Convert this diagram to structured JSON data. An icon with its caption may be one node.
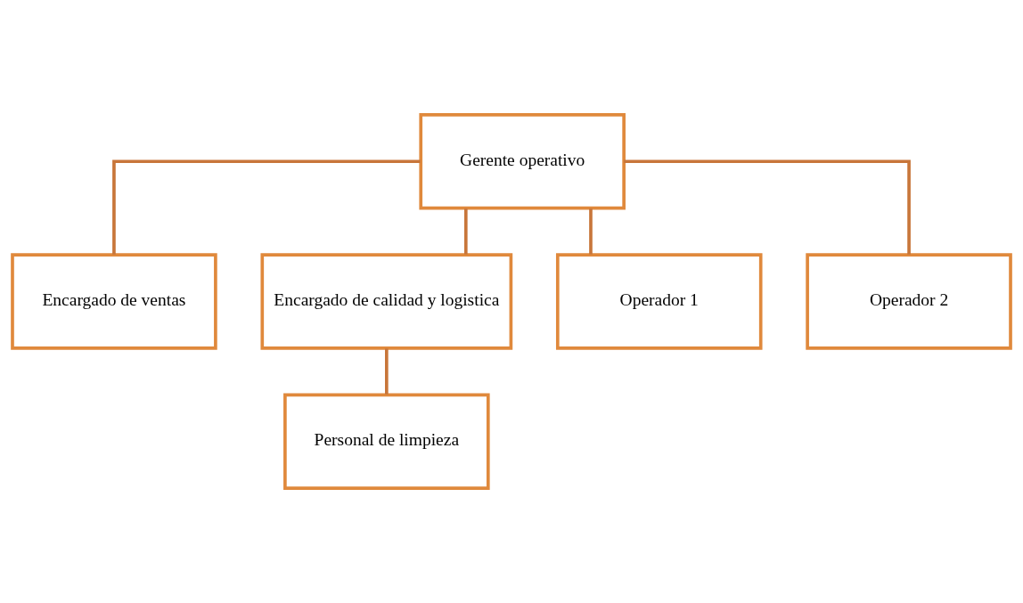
{
  "diagram": {
    "nodes": [
      {
        "text": [
          "Gerente operativo"
        ]
      },
      {
        "text": [
          "Encargado de ventas"
        ]
      },
      {
        "text": [
          "Encargado de calidad y logistica"
        ]
      },
      {
        "text": [
          "Operador 1"
        ]
      },
      {
        "text": [
          "Operador 2"
        ]
      },
      {
        "text": [
          "Personal de limpieza"
        ]
      }
    ],
    "edges": [
      {
        "from": 0,
        "to": 1,
        "arrow": "none"
      },
      {
        "from": 0,
        "to": 2,
        "arrow": "none"
      },
      {
        "from": 0,
        "to": 3,
        "arrow": "none"
      },
      {
        "from": 0,
        "to": 4,
        "arrow": "none"
      },
      {
        "from": 2,
        "to": 5,
        "arrow": "none"
      }
    ]
  }
}
